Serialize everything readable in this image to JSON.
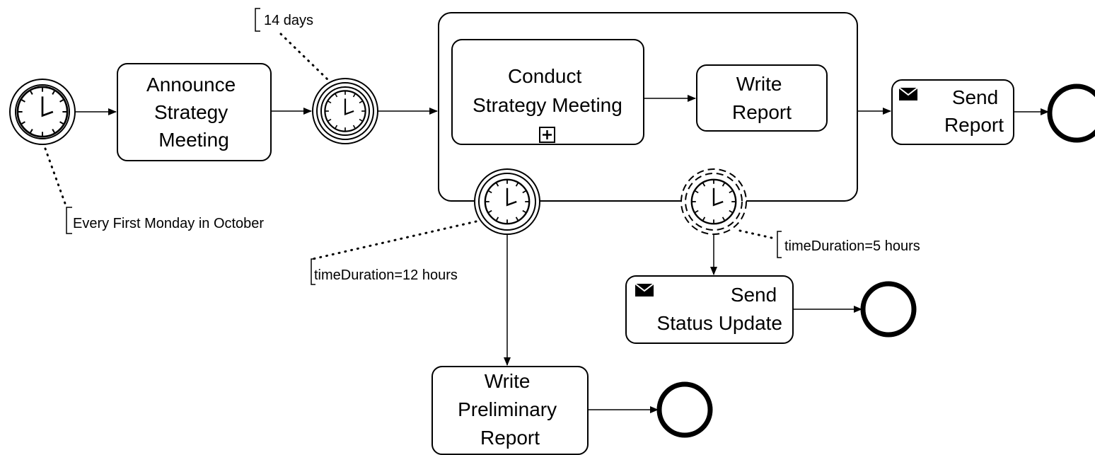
{
  "tasks": {
    "announce": [
      "Announce",
      "Strategy",
      "Meeting"
    ],
    "conduct": [
      "Conduct",
      "Strategy Meeting"
    ],
    "write_report": [
      "Write",
      "Report"
    ],
    "send_report": [
      "Send",
      "Report"
    ],
    "send_status": [
      "Send",
      "Status Update"
    ],
    "write_prelim": [
      "Write",
      "Preliminary",
      "Report"
    ]
  },
  "annotations": {
    "start_timer": "Every First Monday in October",
    "intermediate_timer": "14 days",
    "boundary_interrupting": "timeDuration=12 hours",
    "boundary_noninterrupting": "timeDuration=5 hours"
  },
  "icons": {
    "subprocess_marker": "plus-square-icon",
    "send_task_marker": "envelope-icon",
    "timer": "clock-icon"
  }
}
